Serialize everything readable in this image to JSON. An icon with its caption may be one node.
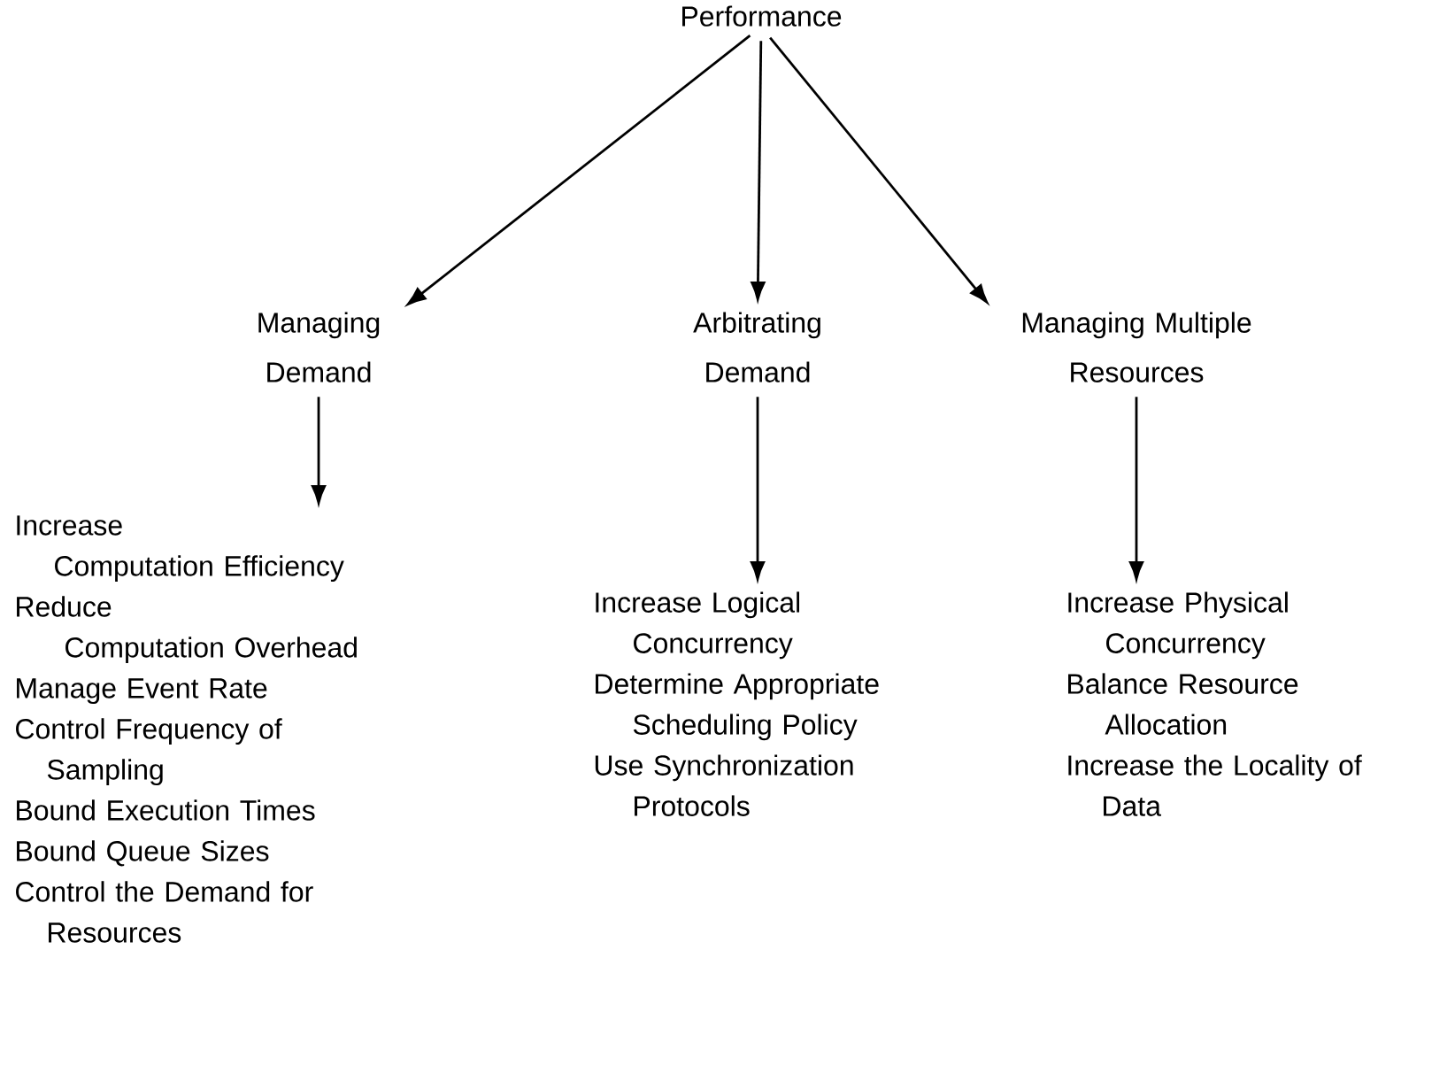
{
  "diagram": {
    "nodes": [
      {
        "text": [
          "Performance"
        ]
      },
      {
        "text": [
          "Managing Demand"
        ]
      },
      {
        "text": [
          "Arbitrating Demand"
        ]
      },
      {
        "text": [
          "Managing Multiple Resources"
        ]
      },
      {
        "text": [
          "Increase Computation Efficiency",
          "Reduce Computation Overhead",
          "Manage Event Rate",
          "Control Frequency of Sampling",
          "Bound Execution Times",
          "Bound Queue Sizes",
          "Control the Demand for Resources"
        ]
      },
      {
        "text": [
          "Increase Logical Concurrency",
          "Determine Appropriate Scheduling Policy",
          "Use Synchronization Protocols"
        ]
      },
      {
        "text": [
          "Increase Physical Concurrency",
          "Balance Resource Allocation",
          "Increase the Locality of Data"
        ]
      }
    ],
    "edges": [
      {
        "from": 0,
        "to": 1,
        "arrow": "to"
      },
      {
        "from": 0,
        "to": 2,
        "arrow": "to"
      },
      {
        "from": 0,
        "to": 3,
        "arrow": "to"
      },
      {
        "from": 1,
        "to": 4,
        "arrow": "to"
      },
      {
        "from": 2,
        "to": 5,
        "arrow": "to"
      },
      {
        "from": 3,
        "to": 6,
        "arrow": "to"
      }
    ]
  }
}
